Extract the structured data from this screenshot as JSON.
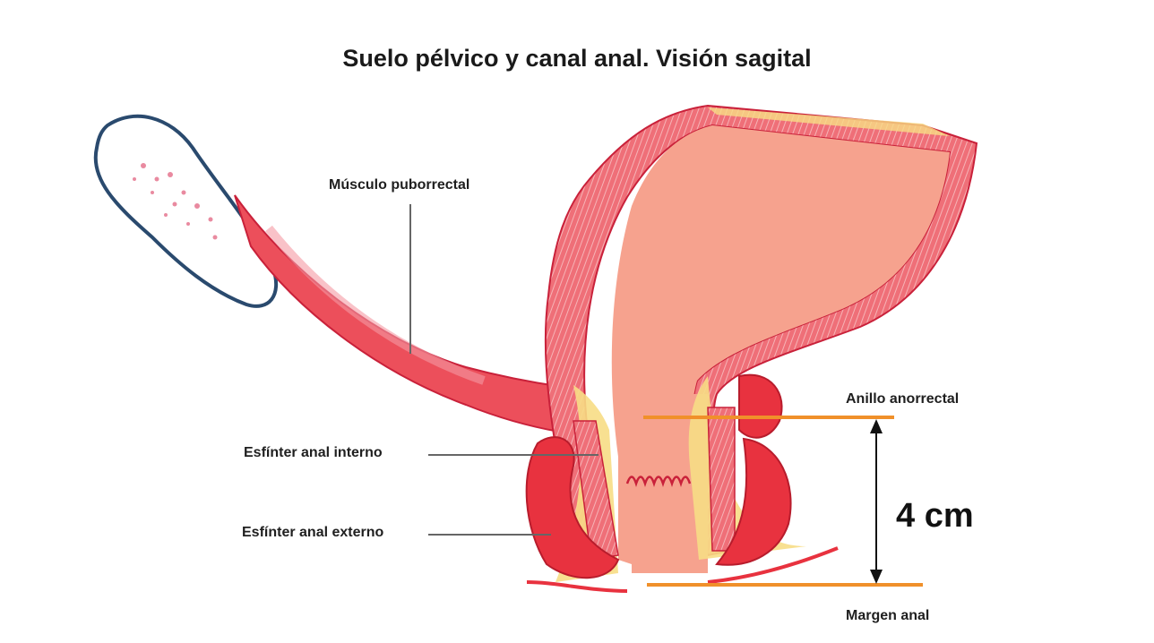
{
  "title": "Suelo pélvico y canal anal. Visión sagital",
  "labels": {
    "puborectal": "Músculo puborrectal",
    "internal_sphincter": "Esfínter anal interno",
    "external_sphincter": "Esfínter anal externo",
    "anorectal_ring": "Anillo anorrectal",
    "anal_margin": "Margen anal",
    "length": "4 cm"
  },
  "colors": {
    "rectum_fill": "#f6a28e",
    "muscle_red": "#e8323f",
    "wall_pink": "#ef6f78",
    "fat_yellow": "#f7dd85",
    "measure_orange": "#f0902a",
    "bone_outline": "#2a4a6e"
  }
}
